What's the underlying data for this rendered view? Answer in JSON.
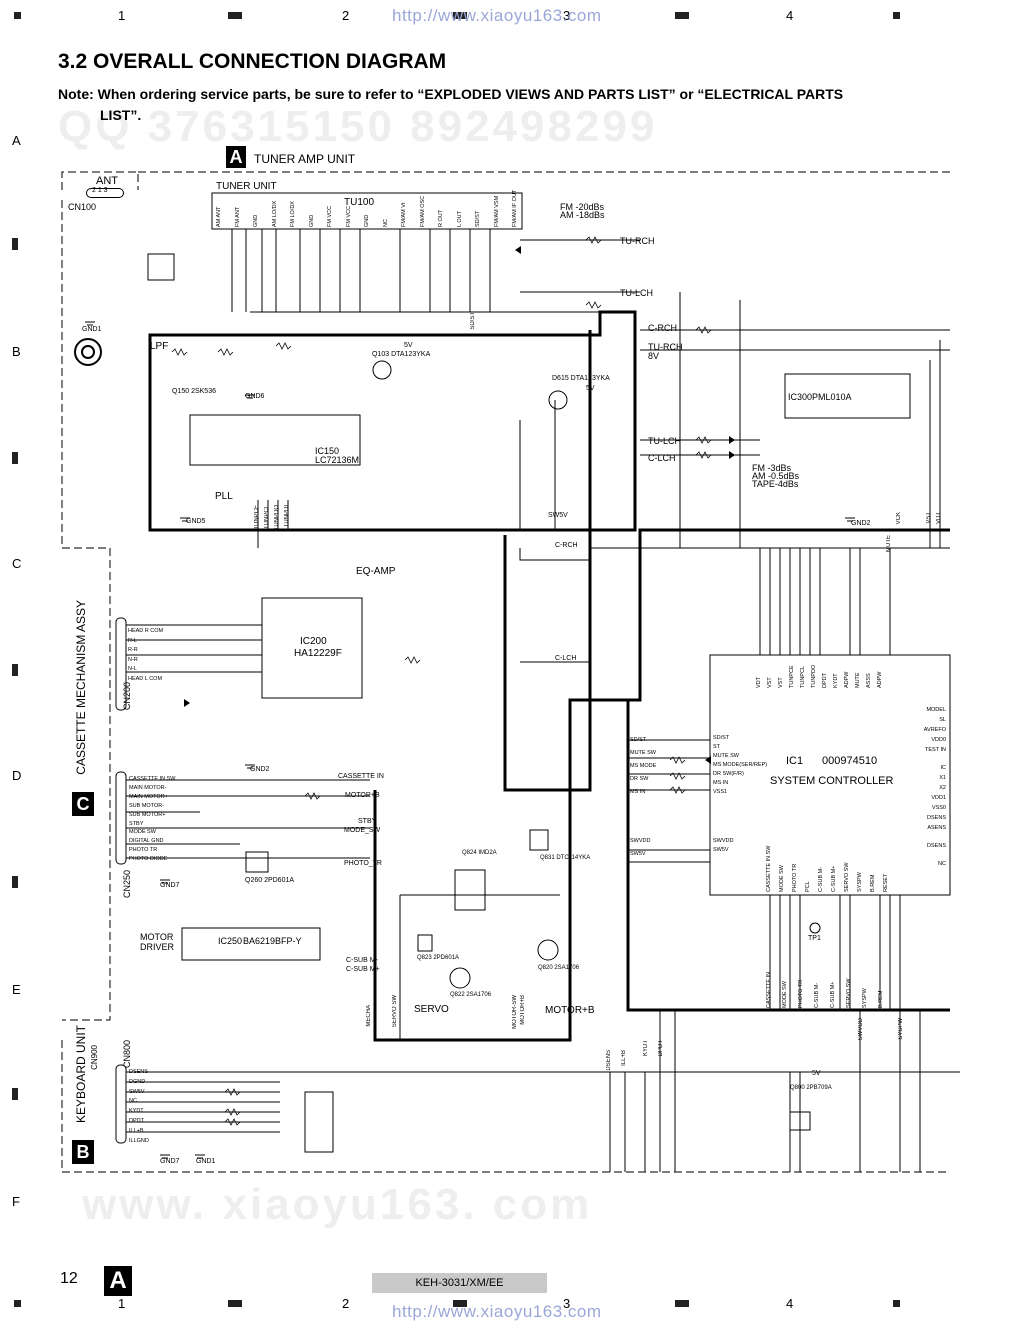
{
  "header": {
    "columns": [
      "1",
      "2",
      "3",
      "4"
    ],
    "url": "http://www.xiaoyu163.com"
  },
  "rows": [
    "A",
    "B",
    "C",
    "D",
    "E",
    "F"
  ],
  "title": "3.2 OVERALL CONNECTION DIAGRAM",
  "note_line1": "Note: When ordering service parts, be sure to refer to “EXPLODED VIEWS AND PARTS LIST” or “ELECTRICAL PARTS",
  "note_line2": "LIST”.",
  "watermarks": {
    "qq_top": "QQ 376315150  892498299",
    "bottom": "www. xiaoyu163. com"
  },
  "units": {
    "tuner_amp": {
      "letter": "A",
      "label": "TUNER AMP UNIT"
    },
    "cassette": {
      "letter": "C",
      "label": "CASSETTE MECHANISM ASSY"
    },
    "keyboard": {
      "letter": "B",
      "label": "KEYBOARD UNIT"
    }
  },
  "antenna": {
    "label": "ANT",
    "cn": "CN100",
    "pins": "2  1  3"
  },
  "tuner": {
    "unit_label": "TUNER UNIT",
    "module": "TU100",
    "pins": [
      "AM ANT",
      "FM ANT",
      "GND",
      "AM LO/DX",
      "FM LO/DX",
      "GND",
      "FM VCC",
      "FM VCC",
      "GND",
      "NC",
      "FM/AM Vt",
      "FM/AM OSC",
      "R OUT",
      "L OUT",
      "SD/ST",
      "FM/AM VSM",
      "FM/AM IF OUT"
    ]
  },
  "levels_fm_am": [
    "FM -20dBs",
    "AM -18dBs"
  ],
  "levels_bottom": [
    "FM -3dBs",
    "AM -0.5dBs",
    "TAPE-4dBs"
  ],
  "signals": {
    "tu_rch": "TU-RCH",
    "tu_lch": "TU-LCH",
    "c_rch": "C-RCH",
    "c_lch": "C-LCH",
    "b8v": "8V",
    "b5v": "5V",
    "sw5v": "SW5V",
    "gnd1": "GND1",
    "gnd2": "GND2",
    "gnd5": "GND5",
    "gnd6": "GND6",
    "gnd7": "GND7"
  },
  "blocks": {
    "lpf": "LPF",
    "pll": "PLL",
    "eqamp": "EQ-AMP",
    "motor_driver": "MOTOR DRIVER",
    "servo": "SERVO",
    "motor_b": "MOTOR+B"
  },
  "ics": {
    "ic150": {
      "ref": "IC150",
      "part": "LC72136M"
    },
    "ic300": {
      "ref": "IC300",
      "part": "PML010A"
    },
    "ic200": {
      "ref": "IC200",
      "part": "HA12229F"
    },
    "ic250": {
      "ref": "IC250",
      "part": "BA6219BFP-Y"
    },
    "ic1": {
      "ref": "IC1",
      "part": "000974510",
      "name": "SYSTEM CONTROLLER"
    }
  },
  "transistors": [
    "Q103 DTA123YKA",
    "Q150 2SK536",
    "D615 DTA123YKA",
    "Q260 2PD601A",
    "Q824 IMD2A",
    "Q831 DTC114YKA",
    "Q823 2PD601A",
    "Q822 2SA1706",
    "Q820 2SA1706",
    "Q800 2PB709A"
  ],
  "cn200": {
    "label": "CN200",
    "pins": [
      "HEAD R COM",
      "R-L",
      "R-R",
      "N-R",
      "N-L",
      "HEAD L COM"
    ]
  },
  "cn250": {
    "label": "CN250",
    "pins": [
      "CASSETTE IN SW",
      "MAIN MOTOR-",
      "MAIN MOTOR+",
      "SUB MOTOR-",
      "SUB MOTOR+",
      "STBY",
      "MODE SW",
      "DIGITAL GND",
      "PHOTO TR",
      "PHOTO DIODE"
    ]
  },
  "cn250_nets": [
    "CASSETTE IN",
    "MOTOR+B",
    "STBY",
    "MODE_SW",
    "PHOTO_TR",
    "C-SUB M-",
    "C-SUB M+"
  ],
  "cn800": {
    "label": "CN800",
    "mate": "CN900",
    "pins": [
      "DSENS",
      "DGND",
      "SW5V",
      "NC",
      "KYDT",
      "DPDT",
      "ILL+B",
      "ILLGND"
    ]
  },
  "ic1_left_pins": [
    "SD/ST",
    "ST",
    "MUTE SW",
    "MS MODE(SER/REP)",
    "DR SW(F/R)",
    "MS IN",
    "VSS1",
    "SWVDD",
    "SW5V"
  ],
  "ic1_left_nets": [
    "SD/ST",
    "MUTE SW",
    "MS MODE",
    "DR SW",
    "MS IN",
    "SWVDD",
    "SW5V"
  ],
  "ic1_top_pins": [
    "VDT",
    "VST",
    "VST",
    "TUNPCE",
    "TUNPCL",
    "TUNPDO",
    "DPDT",
    "KYDT",
    "ADPW",
    "MUTE",
    "ASSS",
    "ADPW"
  ],
  "ic1_right_pins": [
    "MODEL",
    "SL",
    "AVREFO",
    "VDD0",
    "TEST IN",
    "IC",
    "X1",
    "X2",
    "VDD1",
    "VSS0",
    "DSENS",
    "ASENS",
    "DSENS",
    "NC"
  ],
  "ic1_bottom_pins": [
    "CASSETTE IN SW",
    "MODE SW",
    "PHOTO TR",
    "PCL",
    "C-SUB M-",
    "C-SUB M+",
    "SERVO SW",
    "SYSPW",
    "B.REM",
    "RESET"
  ],
  "ic1_bottom_nets": [
    "CASSETTE IN",
    "MODE SW",
    "PHOTO TR",
    "C-SUB M-",
    "C-SUB M+",
    "SERVO SW",
    "SYSPW",
    "B.REM"
  ],
  "tp1": "TP1",
  "misc_nets": [
    "DSENS",
    "ILL+B",
    "KYDT",
    "DPDT",
    "SWVDD",
    "SYSPW",
    "MECHA",
    "SERVO SW",
    "MOTOR-SW",
    "MOTOR+B",
    "SD/ST",
    "TUNPCE",
    "TUNPCL",
    "TUNPDO",
    "TUNPDI",
    "VST",
    "VDT",
    "MUTE",
    "VCK"
  ],
  "footer": {
    "page": "12",
    "letter": "A",
    "model": "KEH-3031/XM/EE"
  }
}
